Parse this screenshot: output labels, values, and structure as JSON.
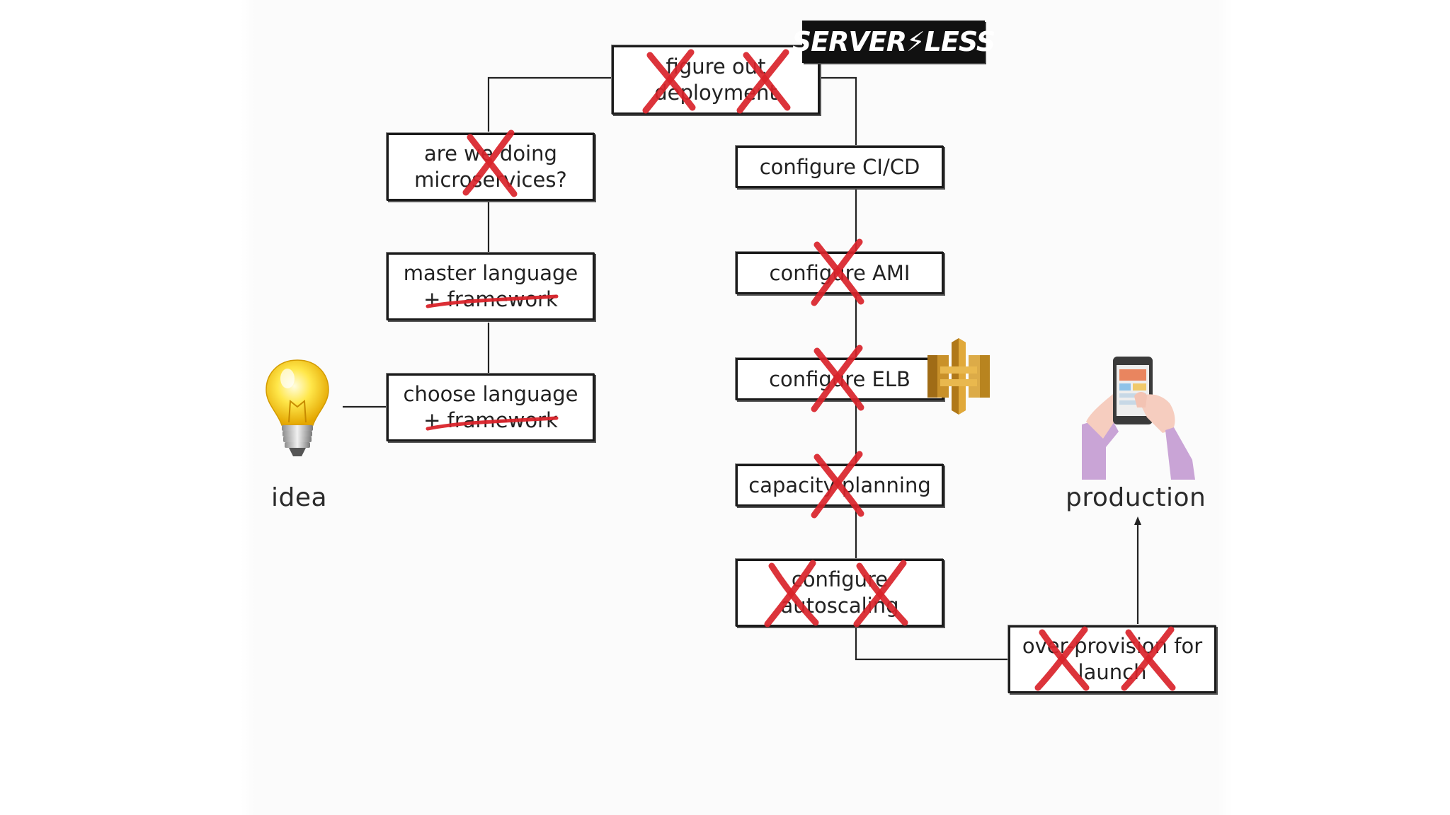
{
  "boxes": {
    "figure_out_deployment": {
      "line1": "figure out",
      "line2": "deployment"
    },
    "microservices": {
      "line1": "are we doing",
      "line2": "microservices?"
    },
    "master_language": {
      "line1": "master language",
      "line2": "+ framework"
    },
    "choose_language": {
      "line1": "choose language",
      "line2": "+ framework"
    },
    "configure_cicd": {
      "line1": "configure CI/CD"
    },
    "configure_ami": {
      "line1": "configure AMI"
    },
    "configure_elb": {
      "line1": "configure ELB"
    },
    "capacity_planning": {
      "line1": "capacity planning"
    },
    "configure_autoscaling": {
      "line1": "configure",
      "line2": "autoscaling"
    },
    "over_provision": {
      "line1": "over-provision for",
      "line2": "launch"
    }
  },
  "captions": {
    "idea": "idea",
    "production": "production"
  },
  "logos": {
    "serverless": "SERVER⚡LESS"
  },
  "icons": [
    "lightbulb-icon",
    "api-gateway-icon",
    "phone-hands-icon",
    "serverless-logo"
  ],
  "colors": {
    "cross": "#d9232a",
    "border": "#1b1b1b",
    "line": "#222222",
    "logo_bg": "#111111",
    "logo_bolt": "#f5c400",
    "gateway": "#d29b2a"
  }
}
